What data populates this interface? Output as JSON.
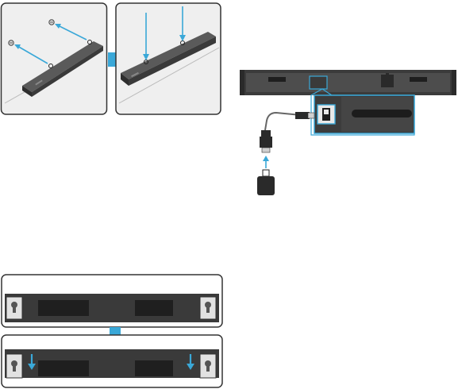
{
  "colors": {
    "accent": "#3aa8d8",
    "bar_dark": "#3b3b3b",
    "bar_mid": "#555555",
    "panel_bg": "#efefef",
    "outline": "#333333",
    "port_bg": "#2a2a2a"
  },
  "figures": [
    {
      "name": "soundbar-mounting-bracket-placement",
      "panels": 2,
      "step_arrow": "arrow-right-icon"
    },
    {
      "name": "soundbar-usb-connection",
      "arrow": "arrow-up-icon"
    },
    {
      "name": "soundbar-wall-hanging-rear-view",
      "step_arrow": "arrow-down-icon"
    }
  ],
  "icons": {
    "step_right": "arrow-right-icon",
    "step_down": "arrow-down-icon",
    "plug_in": "arrow-up-icon",
    "screw": "screw-icon",
    "usb_port": "usb-port-icon",
    "usb_adapter": "usb-adapter-icon",
    "wall_bracket": "bracket-slot-icon"
  }
}
